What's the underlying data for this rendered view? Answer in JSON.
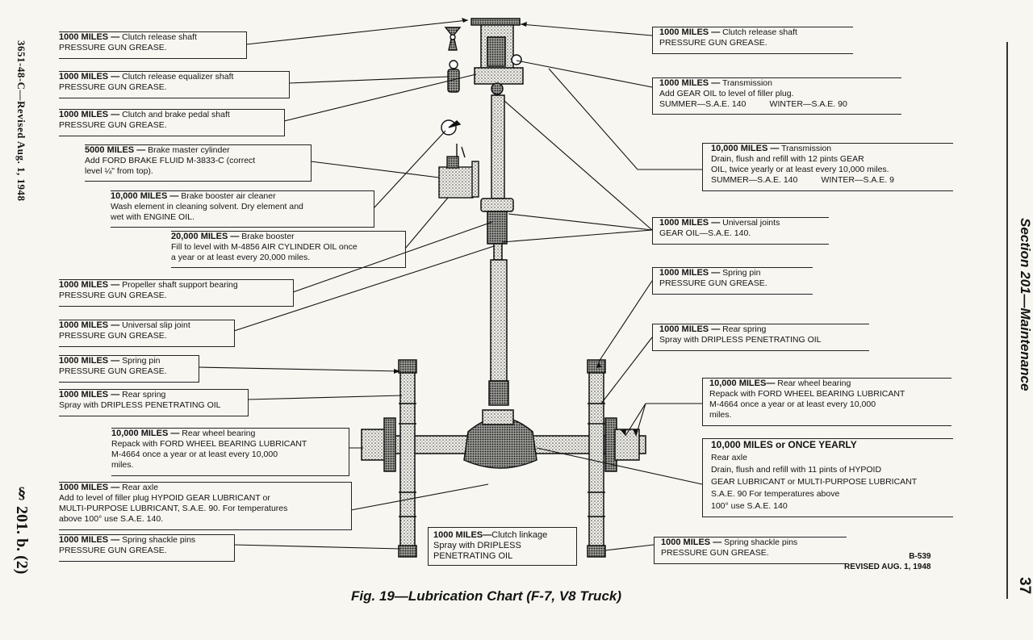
{
  "margin": {
    "left_code": "3651-48-C—Revised Aug. 1, 1948",
    "left_section": "§ 201. b. (2)",
    "right_section": "Section 201—Maintenance",
    "page_number": "37"
  },
  "caption": "Fig. 19—Lubrication Chart (F-7, V8 Truck)",
  "drawing_code": "B-539",
  "drawing_revised": "REVISED AUG. 1, 1948",
  "left_notes": [
    {
      "miles": "1000 MILES —",
      "title": "Clutch release shaft",
      "lines": [
        "PRESSURE GUN GREASE."
      ]
    },
    {
      "miles": "1000 MILES —",
      "title": "Clutch release equalizer shaft",
      "lines": [
        "PRESSURE GUN GREASE."
      ]
    },
    {
      "miles": "1000 MILES —",
      "title": "Clutch and brake pedal shaft",
      "lines": [
        "PRESSURE GUN GREASE."
      ]
    },
    {
      "miles": "5000 MILES —",
      "title": "Brake master cylinder",
      "lines": [
        "Add FORD BRAKE FLUID M-3833-C (correct",
        "level ¼\" from top)."
      ]
    },
    {
      "miles": "10,000 MILES —",
      "title": "Brake booster air cleaner",
      "lines": [
        "Wash element in cleaning solvent. Dry element and",
        "wet with ENGINE OIL."
      ]
    },
    {
      "miles": "20,000 MILES —",
      "title": "Brake booster",
      "lines": [
        "Fill to level with M-4856 AIR CYLINDER OIL once",
        "a year or at least every 20,000 miles."
      ]
    },
    {
      "miles": "1000 MILES —",
      "title": "Propeller shaft support bearing",
      "lines": [
        "PRESSURE GUN GREASE."
      ]
    },
    {
      "miles": "1000 MILES —",
      "title": "Universal slip joint",
      "lines": [
        "PRESSURE GUN GREASE."
      ]
    },
    {
      "miles": "1000 MILES —",
      "title": "Spring pin",
      "lines": [
        "PRESSURE GUN GREASE."
      ]
    },
    {
      "miles": "1000 MILES —",
      "title": "Rear spring",
      "lines": [
        "Spray with DRIPLESS PENETRATING OIL"
      ]
    },
    {
      "miles": "10,000 MILES —",
      "title": "Rear wheel bearing",
      "lines": [
        "Repack with FORD WHEEL BEARING LUBRICANT",
        "M-4664 once a year or at least every 10,000",
        "miles."
      ]
    },
    {
      "miles": "1000 MILES —",
      "title": "Rear axle",
      "lines": [
        "Add to level of filler plug HYPOID GEAR LUBRICANT or",
        "MULTI-PURPOSE LUBRICANT, S.A.E. 90. For temperatures",
        "above 100° use S.A.E. 140."
      ]
    },
    {
      "miles": "1000 MILES —",
      "title": "Spring shackle pins",
      "lines": [
        "PRESSURE GUN GREASE."
      ]
    }
  ],
  "right_notes": [
    {
      "miles": "1000 MILES —",
      "title": "Clutch release shaft",
      "lines": [
        "PRESSURE GUN GREASE."
      ]
    },
    {
      "miles": "1000 MILES —",
      "title": "Transmission",
      "lines": [
        "Add GEAR OIL to level of filler plug.",
        "SUMMER—S.A.E. 140          WINTER—S.A.E. 90"
      ]
    },
    {
      "miles": "10,000 MILES —",
      "title": "Transmission",
      "lines": [
        "Drain, flush and refill with 12 pints GEAR",
        "OIL, twice yearly or at least every 10,000 miles.",
        "SUMMER—S.A.E. 140          WINTER—S.A.E. 9"
      ]
    },
    {
      "miles": "1000 MILES —",
      "title": "Universal joints",
      "lines": [
        "GEAR OIL—S.A.E. 140."
      ]
    },
    {
      "miles": "1000 MILES —",
      "title": "Spring pin",
      "lines": [
        "PRESSURE GUN GREASE."
      ]
    },
    {
      "miles": "1000 MILES —",
      "title": "Rear spring",
      "lines": [
        "Spray with DRIPLESS PENETRATING OIL"
      ]
    },
    {
      "miles": "10,000 MILES—",
      "title": "Rear wheel bearing",
      "lines": [
        "Repack with FORD WHEEL BEARING LUBRICANT",
        "M-4664 once a year or at least every 10,000",
        "miles."
      ]
    },
    {
      "miles": "10,000 MILES or ONCE YEARLY",
      "title": "",
      "lines": [
        "Rear axle",
        "Drain, flush and refill with 11 pints of HYPOID",
        "GEAR LUBRICANT or MULTI-PURPOSE LUBRICANT",
        "S.A.E. 90 For temperatures above",
        "100° use S.A.E. 140"
      ]
    },
    {
      "miles": "1000 MILES —",
      "title": "Spring shackle pins",
      "lines": [
        "PRESSURE GUN GREASE."
      ]
    }
  ],
  "center_box": {
    "miles": "1000 MILES—",
    "title": "Clutch linkage",
    "lines": [
      "Spray with DRIPLESS",
      "PENETRATING OIL"
    ]
  }
}
